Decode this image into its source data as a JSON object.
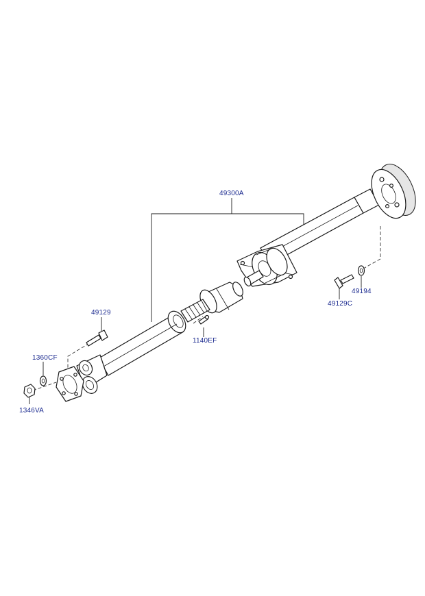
{
  "colors": {
    "label": "#1b2a8f",
    "line": "#1a1a1a",
    "background": "#ffffff"
  },
  "callouts": {
    "assembly": "49300A",
    "bolt_front": "49129",
    "washer_front": "1360CF",
    "nut_front": "1346VA",
    "pin": "1140EF",
    "bolt_rear": "49129C",
    "washer_rear": "49194"
  }
}
